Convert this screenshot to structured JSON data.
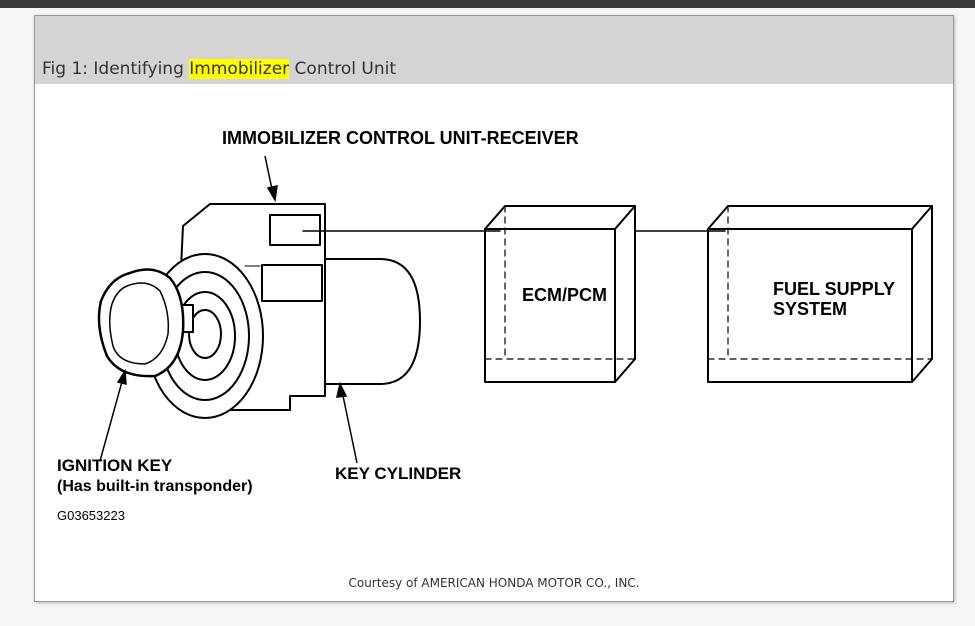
{
  "figure": {
    "caption_prefix": "Fig 1: Identifying ",
    "caption_highlight": "Immobilizer",
    "caption_suffix": " Control Unit",
    "credit": "Courtesy of AMERICAN HONDA MOTOR CO., INC.",
    "highlight_color": "#ffff00"
  },
  "diagram": {
    "label_receiver": "IMMOBILIZER CONTROL UNIT-RECEIVER",
    "label_ecm": "ECM/PCM",
    "label_fuel_line1": "FUEL SUPPLY",
    "label_fuel_line2": "SYSTEM",
    "label_key_line1": "IGNITION KEY",
    "label_key_line2": "(Has built-in transponder)",
    "label_cylinder": "KEY CYLINDER",
    "part_code": "G03653223"
  }
}
